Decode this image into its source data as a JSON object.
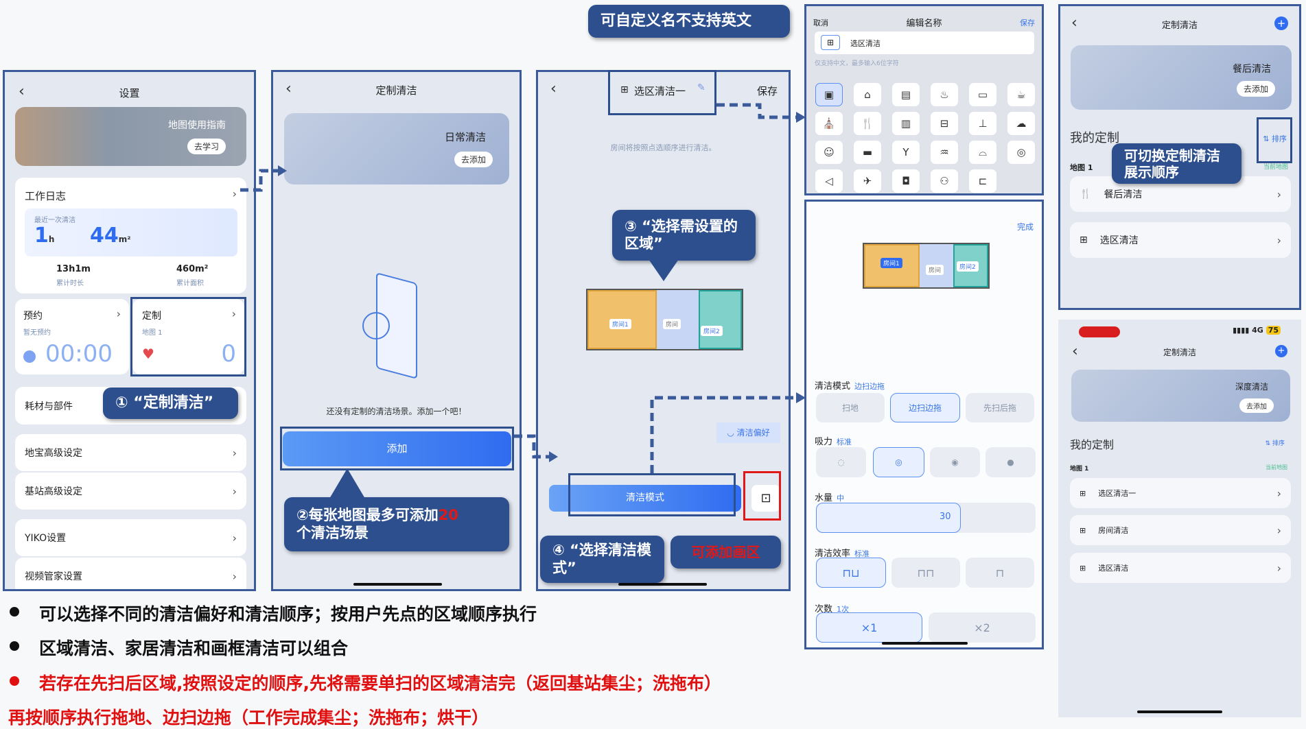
{
  "top_callout": "可自定义名不支持英文",
  "panel1": {
    "title": "设置",
    "banner_title": "地图使用指南",
    "banner_button": "去学习",
    "worklog_title": "工作日志",
    "last_clean_label": "最近一次清洁",
    "last_hours": "1",
    "hours_unit": "h",
    "last_area": "44",
    "area_unit": "m²",
    "total_time": "13h1m",
    "total_time_label": "累计时长",
    "total_area": "460m²",
    "total_area_label": "累计面积",
    "reserve_title": "预约",
    "reserve_sub": "暂无预约",
    "reserve_time": "00:00",
    "custom_title": "定制",
    "custom_sub": "地图 1",
    "custom_count": "0",
    "parts": "耗材与部件",
    "callout1": "① “定制清洁”",
    "items": [
      "地宝高级设定",
      "基站高级设定",
      "YIKO设置",
      "视频管家设置"
    ]
  },
  "panel2": {
    "title": "定制清洁",
    "banner_title": "日常清洁",
    "banner_button": "去添加",
    "empty_text": "还没有定制的清洁场景。添加一个吧！",
    "add_button": "添加",
    "callout2_a": "②每张地图最多可添加",
    "callout2_num": "20",
    "callout2_b": "个清洁场景"
  },
  "panel3": {
    "title": "选区清洁一",
    "save": "保存",
    "hint": "房间将按照点选顺序进行清洁。",
    "callout3": "③ “选择需设置的区域”",
    "rooms": [
      "房间1",
      "房间",
      "房间2"
    ],
    "pref_chip": "清洁偏好",
    "mode_button": "清洁模式",
    "callout4": "④ “选择清洁模式”",
    "callout_red": "可添加画区"
  },
  "panel4": {
    "cancel": "取消",
    "title": "编辑名称",
    "save": "保存",
    "name_value": "选区清洁",
    "hint": "仅支持中文，最多输入6位字符",
    "icons": [
      "▣",
      "⌂",
      "▤",
      "♨",
      "▭",
      "☕",
      "⛪",
      "🍴",
      "▥",
      "⊟",
      "⊥",
      "☁",
      "☺",
      "▬",
      "Y",
      "♒",
      "⌓",
      "◎",
      "◁",
      "✈",
      "◘",
      "⚇",
      "⊏"
    ]
  },
  "panel4b": {
    "done": "完成",
    "rooms": [
      "房间1",
      "房间",
      "房间2"
    ],
    "mode_label": "清洁模式",
    "mode_value": "边扫边拖",
    "modes": [
      "扫地",
      "边扫边拖",
      "先扫后拖"
    ],
    "suction_label": "吸力",
    "suction_value": "标准",
    "water_label": "水量",
    "water_value": "中",
    "water_num": "30",
    "eff_label": "清洁效率",
    "eff_value": "标准",
    "count_label": "次数",
    "count_value": "1次",
    "counts": [
      "×1",
      "×2"
    ]
  },
  "panel5": {
    "title": "定制清洁",
    "banner_title": "餐后清洁",
    "banner_button": "去添加",
    "my_custom": "我的定制",
    "sort": "⇅ 排序",
    "map_label": "地图 1",
    "current_map": "当前地图",
    "callout": "可切换定制清洁展示顺序",
    "items": [
      "餐后清洁",
      "选区清洁"
    ]
  },
  "panel6": {
    "status_network": "4G",
    "battery": "75",
    "title": "定制清洁",
    "banner_title": "深度清洁",
    "banner_button": "去添加",
    "my_custom": "我的定制",
    "sort": "⇅ 排序",
    "map_label": "地图 1",
    "current_map": "当前地图",
    "items": [
      "选区清洁一",
      "房间清洁",
      "选区清洁"
    ]
  },
  "bullets": [
    "可以选择不同的清洁偏好和清洁顺序；按用户先点的区域顺序执行",
    "区域清洁、家居清洁和画框清洁可以组合",
    "若存在先扫后区域,按照设定的顺序,先将需要单扫的区域清洁完（返回基站集尘；洗拖布）",
    "再按顺序执行拖地、边扫边拖（工作完成集尘；洗拖布；烘干）"
  ]
}
